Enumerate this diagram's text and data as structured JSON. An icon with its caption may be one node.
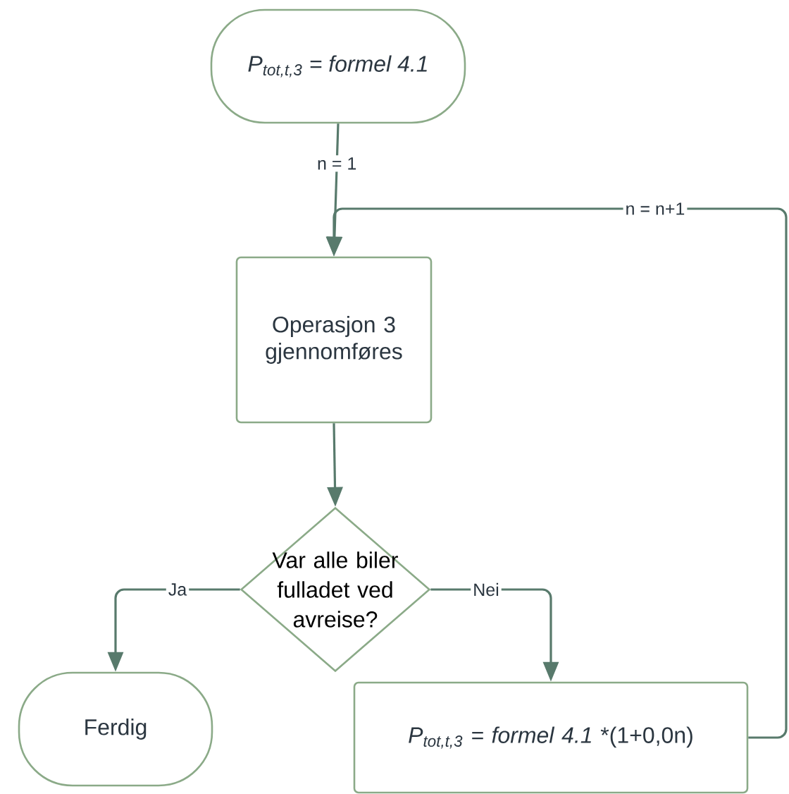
{
  "diagram": {
    "nodes": [
      {
        "text": [
          "P$_{tot,t,3}$ = formel 4.1"
        ]
      },
      {
        "text": [
          "Operasjon 3 gjennomføres"
        ]
      },
      {
        "text": [
          "Var alle biler fulladet ved avreise?"
        ]
      },
      {
        "text": [
          "Ferdig"
        ]
      },
      {
        "text": [
          "P$_{tot,t,3}$ = formel 4.1",
          "*(1+0,0n)"
        ]
      }
    ],
    "edges": [
      {
        "from": 0,
        "to": 1,
        "arrow": "to",
        "label": "n = 1"
      },
      {
        "from": 4,
        "to": 1,
        "arrow": "to",
        "label": "n = n+1"
      },
      {
        "from": 1,
        "to": 2,
        "arrow": "to"
      },
      {
        "from": 2,
        "to": 3,
        "arrow": "to",
        "label": "Ja"
      },
      {
        "from": 2,
        "to": 4,
        "arrow": "to",
        "label": "Nei"
      }
    ]
  }
}
